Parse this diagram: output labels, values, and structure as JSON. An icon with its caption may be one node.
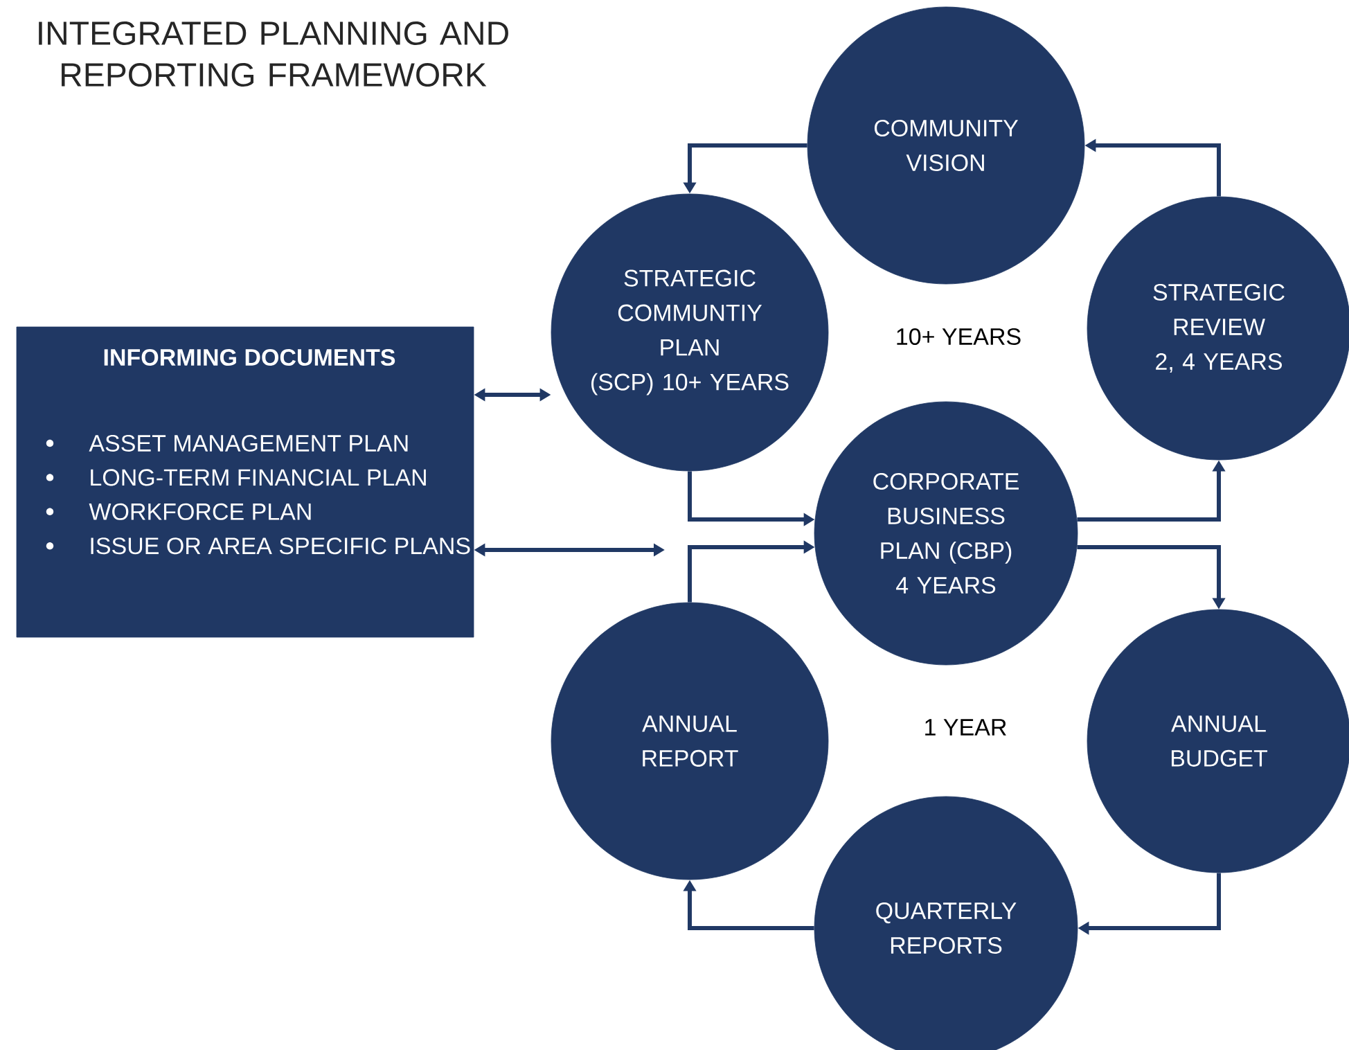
{
  "diagram": {
    "title": "INTEGRATED PLANNING AND REPORTING FRAMEWORK",
    "nodes": [
      {
        "text": [
          "INFORMING DOCUMENTS",
          "ASSET MANAGEMENT PLAN",
          "LONG-TERM FINANCIAL PLAN",
          "WORKFORCE PLAN",
          "ISSUE OR AREA SPECIFIC PLANS"
        ]
      },
      {
        "text": [
          "COMMUNITY VISION"
        ]
      },
      {
        "text": [
          "STRATEGIC COMMUNTIY PLAN",
          "(SCP) 10+ YEARS"
        ]
      },
      {
        "text": [
          "STRATEGIC REVIEW",
          "2, 4 YEARS"
        ]
      },
      {
        "text": [
          "CORPORATE BUSINESS PLAN (CBP)",
          "4 YEARS"
        ]
      },
      {
        "text": [
          "ANNUAL REPORT"
        ]
      },
      {
        "text": [
          "ANNUAL BUDGET"
        ]
      },
      {
        "text": [
          "QUARTERLY REPORTS"
        ]
      }
    ],
    "edges": [
      {
        "from": 1,
        "to": 2,
        "arrow": "to"
      },
      {
        "from": 3,
        "to": 1,
        "arrow": "to"
      },
      {
        "from": 2,
        "to": 4,
        "arrow": "to"
      },
      {
        "from": 5,
        "to": 4,
        "arrow": "to"
      },
      {
        "from": 4,
        "to": 3,
        "arrow": "to"
      },
      {
        "from": 4,
        "to": 6,
        "arrow": "to"
      },
      {
        "from": 6,
        "to": 7,
        "arrow": "to"
      },
      {
        "from": 7,
        "to": 5,
        "arrow": "to"
      },
      {
        "from": 0,
        "to": 2,
        "arrow": "both"
      },
      {
        "from": 0,
        "to": null,
        "arrow": "both"
      }
    ],
    "labels": [
      "10+ YEARS",
      "1 YEAR"
    ]
  }
}
